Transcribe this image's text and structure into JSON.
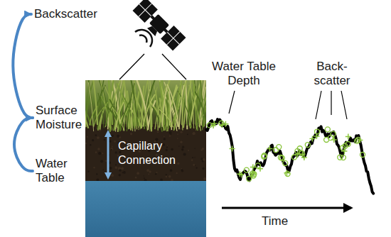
{
  "diagram": {
    "nodes": [
      {
        "text": [
          "Backscatter"
        ]
      },
      {
        "text": [
          "Surface Moisture"
        ]
      },
      {
        "text": [
          "Water Table"
        ]
      }
    ],
    "edges": [
      {
        "from": 2,
        "to": 1,
        "arrow": "to"
      },
      {
        "from": 1,
        "to": 0,
        "arrow": "to"
      }
    ],
    "labels": [
      "Capillary Connection",
      "Water Table Depth",
      "Back- scatter",
      "Time"
    ]
  }
}
